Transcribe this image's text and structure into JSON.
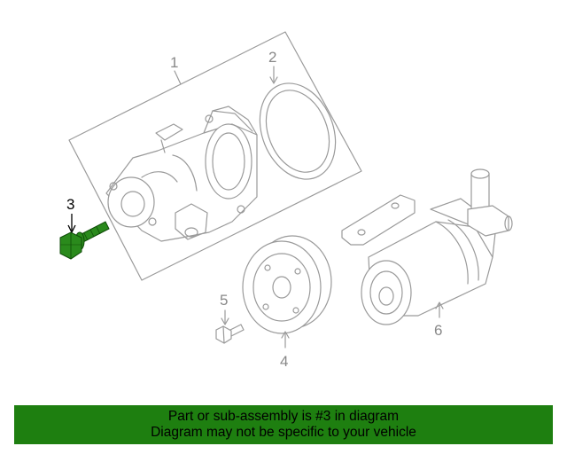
{
  "callouts": {
    "c1": "1",
    "c2": "2",
    "c3": "3",
    "c4": "4",
    "c5": "5",
    "c6": "6"
  },
  "highlight": {
    "part": "3",
    "color": "#2a8a1c"
  },
  "banner": {
    "line1": "Part or sub-assembly is #3 in diagram",
    "line2": "Diagram may not be specific to your vehicle",
    "color": "#1e7f10"
  }
}
